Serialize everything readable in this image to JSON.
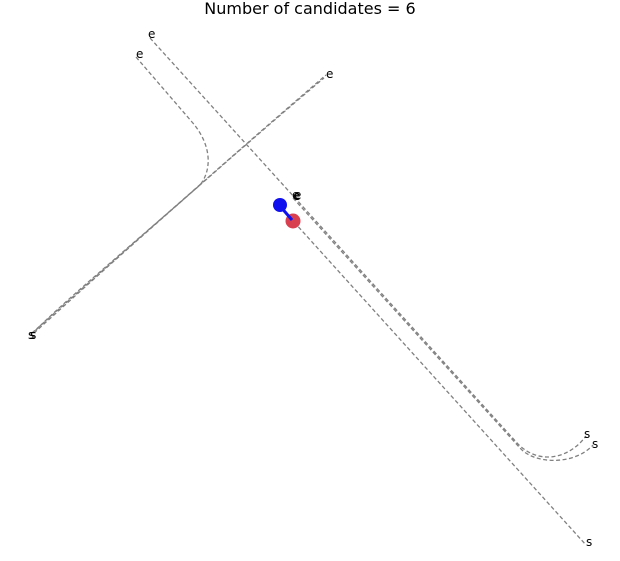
{
  "figure": {
    "title": "Number of candidates = 6"
  },
  "lanes": [
    {
      "id": "lane-1",
      "start_label": "s",
      "end_label": "e"
    },
    {
      "id": "lane-2",
      "start_label": "s",
      "end_label": "e"
    },
    {
      "id": "lane-3",
      "start_label": "s",
      "end_label": "e"
    },
    {
      "id": "lane-4",
      "start_label": "s",
      "end_label": "e"
    },
    {
      "id": "lane-5",
      "start_label": "s",
      "end_label": "e"
    },
    {
      "id": "lane-6",
      "start_label": "s",
      "end_label": "e"
    }
  ],
  "agent": {
    "current_color": "#1010ee",
    "target_color": "#d9404f",
    "heading_color": "#1010ee"
  },
  "colors": {
    "lane_stroke": "#808080",
    "text": "#000000",
    "background": "#ffffff"
  }
}
